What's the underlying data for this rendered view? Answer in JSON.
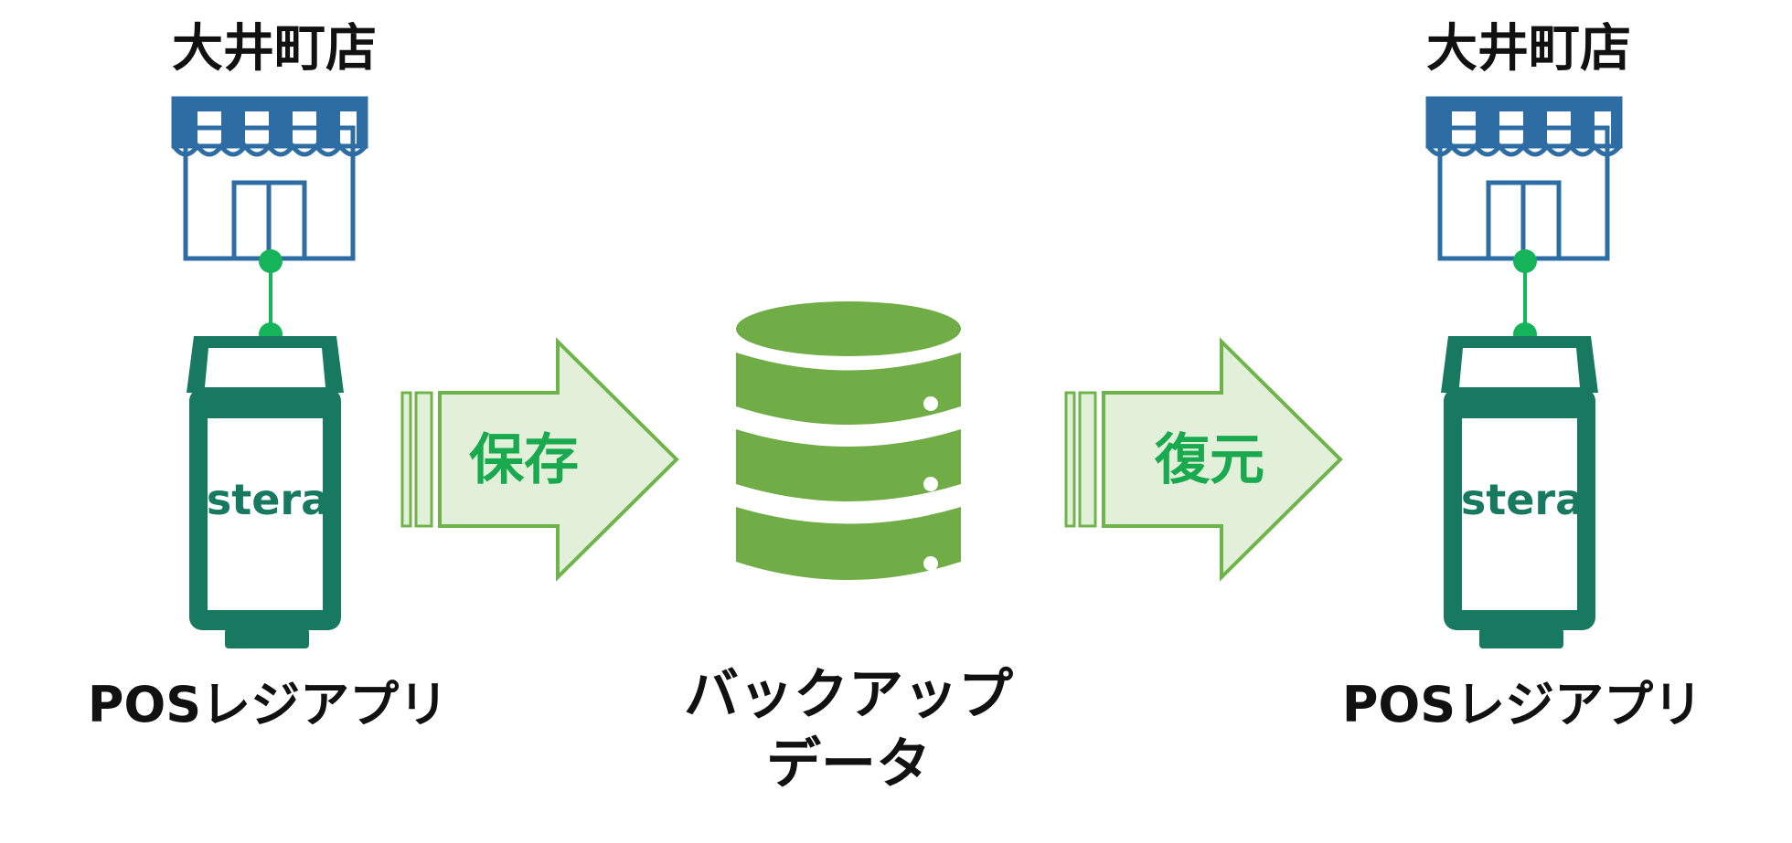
{
  "colors": {
    "store_blue": "#2e6da4",
    "connector_green": "#16b45a",
    "device_teal": "#177a60",
    "arrow_border": "#6fb44a",
    "arrow_fill": "#e2efd9",
    "arrow_text": "#19a94e",
    "database_green": "#70ad47",
    "text_dark": "#111111"
  },
  "icons": {
    "store": "storefront-icon",
    "device": "pos-terminal-icon",
    "database": "database-icon",
    "arrow": "right-arrow-icon"
  },
  "left": {
    "store_title": "大井町店",
    "brand": "stera",
    "device_label": "POSレジアプリ"
  },
  "save_arrow": {
    "label": "保存"
  },
  "backup": {
    "line1": "バックアップ",
    "line2": "データ"
  },
  "restore_arrow": {
    "label": "復元"
  },
  "right": {
    "store_title": "大井町店",
    "brand": "stera",
    "device_label": "POSレジアプリ"
  }
}
